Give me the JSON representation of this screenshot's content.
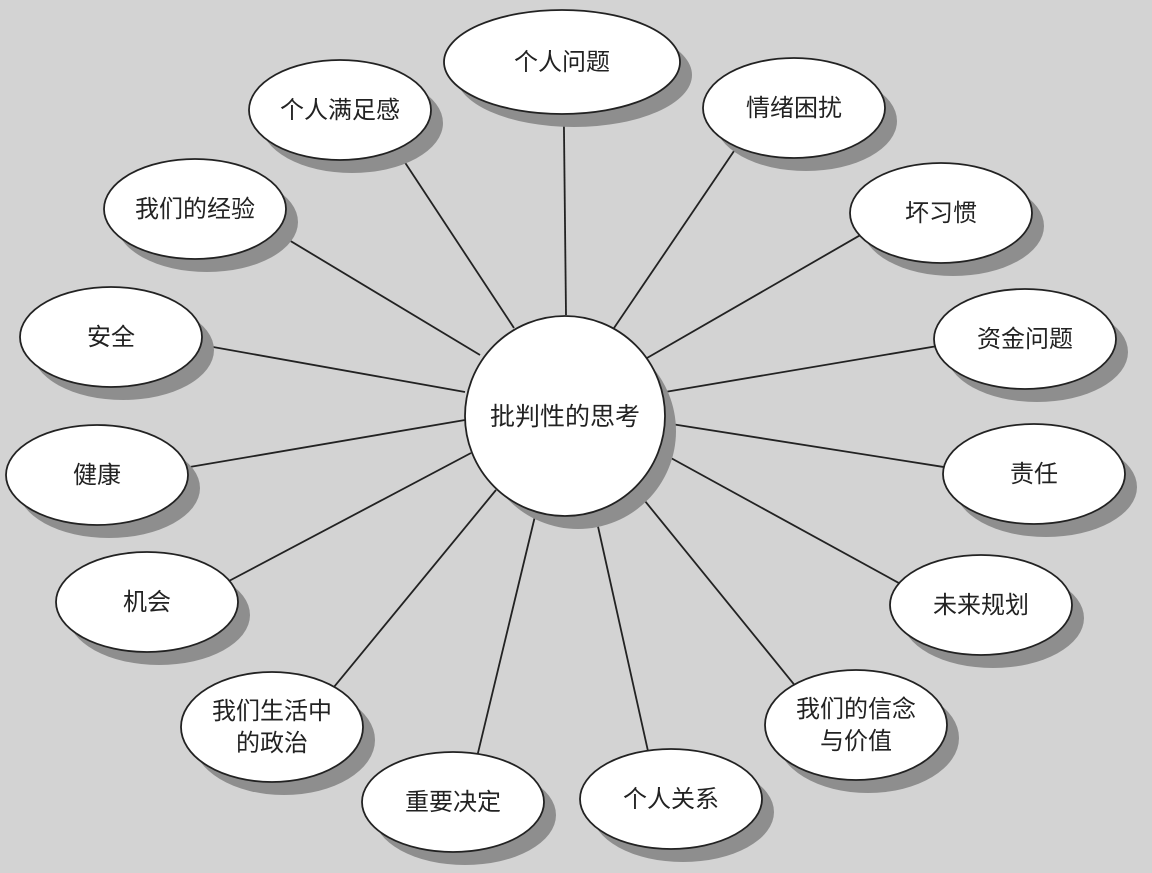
{
  "center": {
    "label": "批判性的思考"
  },
  "topics": [
    {
      "id": "personal-issues",
      "lines": [
        "个人问题"
      ]
    },
    {
      "id": "emotional-distress",
      "lines": [
        "情绪困扰"
      ]
    },
    {
      "id": "bad-habits",
      "lines": [
        "坏习惯"
      ]
    },
    {
      "id": "money-issues",
      "lines": [
        "资金问题"
      ]
    },
    {
      "id": "responsibility",
      "lines": [
        "责任"
      ]
    },
    {
      "id": "future-planning",
      "lines": [
        "未来规划"
      ]
    },
    {
      "id": "beliefs-values",
      "lines": [
        "我们的信念",
        "与价值"
      ]
    },
    {
      "id": "personal-relationships",
      "lines": [
        "个人关系"
      ]
    },
    {
      "id": "important-decisions",
      "lines": [
        "重要决定"
      ]
    },
    {
      "id": "politics-in-life",
      "lines": [
        "我们生活中",
        "的政治"
      ]
    },
    {
      "id": "opportunities",
      "lines": [
        "机会"
      ]
    },
    {
      "id": "health",
      "lines": [
        "健康"
      ]
    },
    {
      "id": "safety",
      "lines": [
        "安全"
      ]
    },
    {
      "id": "our-experience",
      "lines": [
        "我们的经验"
      ]
    },
    {
      "id": "personal-fulfillment",
      "lines": [
        "个人满足感"
      ]
    }
  ]
}
